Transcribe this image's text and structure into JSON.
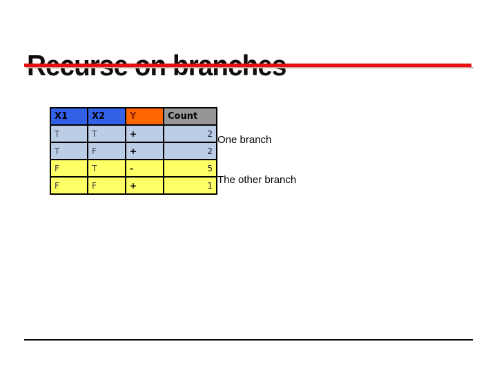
{
  "slide": {
    "title": "Recurse on branches",
    "accent_color": "#e60f0f",
    "accent_shadow_color": "#d9a0a0"
  },
  "table": {
    "columns": [
      {
        "label": "X1",
        "bg": "#3261e8",
        "text_color": "#000000"
      },
      {
        "label": "X2",
        "bg": "#3261e8",
        "text_color": "#000000"
      },
      {
        "label": "Y",
        "bg": "#ff6600",
        "text_color": "#8a2100"
      },
      {
        "label": "Count",
        "bg": "#969696",
        "text_color": "#000000"
      }
    ],
    "rows": [
      {
        "x1": "T",
        "x2": "T",
        "y": "+",
        "count": "2",
        "group": "one-branch",
        "bg": "#bccde6"
      },
      {
        "x1": "T",
        "x2": "F",
        "y": "+",
        "count": "2",
        "group": "one-branch",
        "bg": "#bccde6"
      },
      {
        "x1": "F",
        "x2": "T",
        "y": "-",
        "count": "5",
        "group": "other-branch",
        "bg": "#ffff66"
      },
      {
        "x1": "F",
        "x2": "F",
        "y": "+",
        "count": "1",
        "group": "other-branch",
        "bg": "#ffff66"
      }
    ]
  },
  "annotations": {
    "one_branch": "One branch",
    "other_branch": "The other branch"
  }
}
